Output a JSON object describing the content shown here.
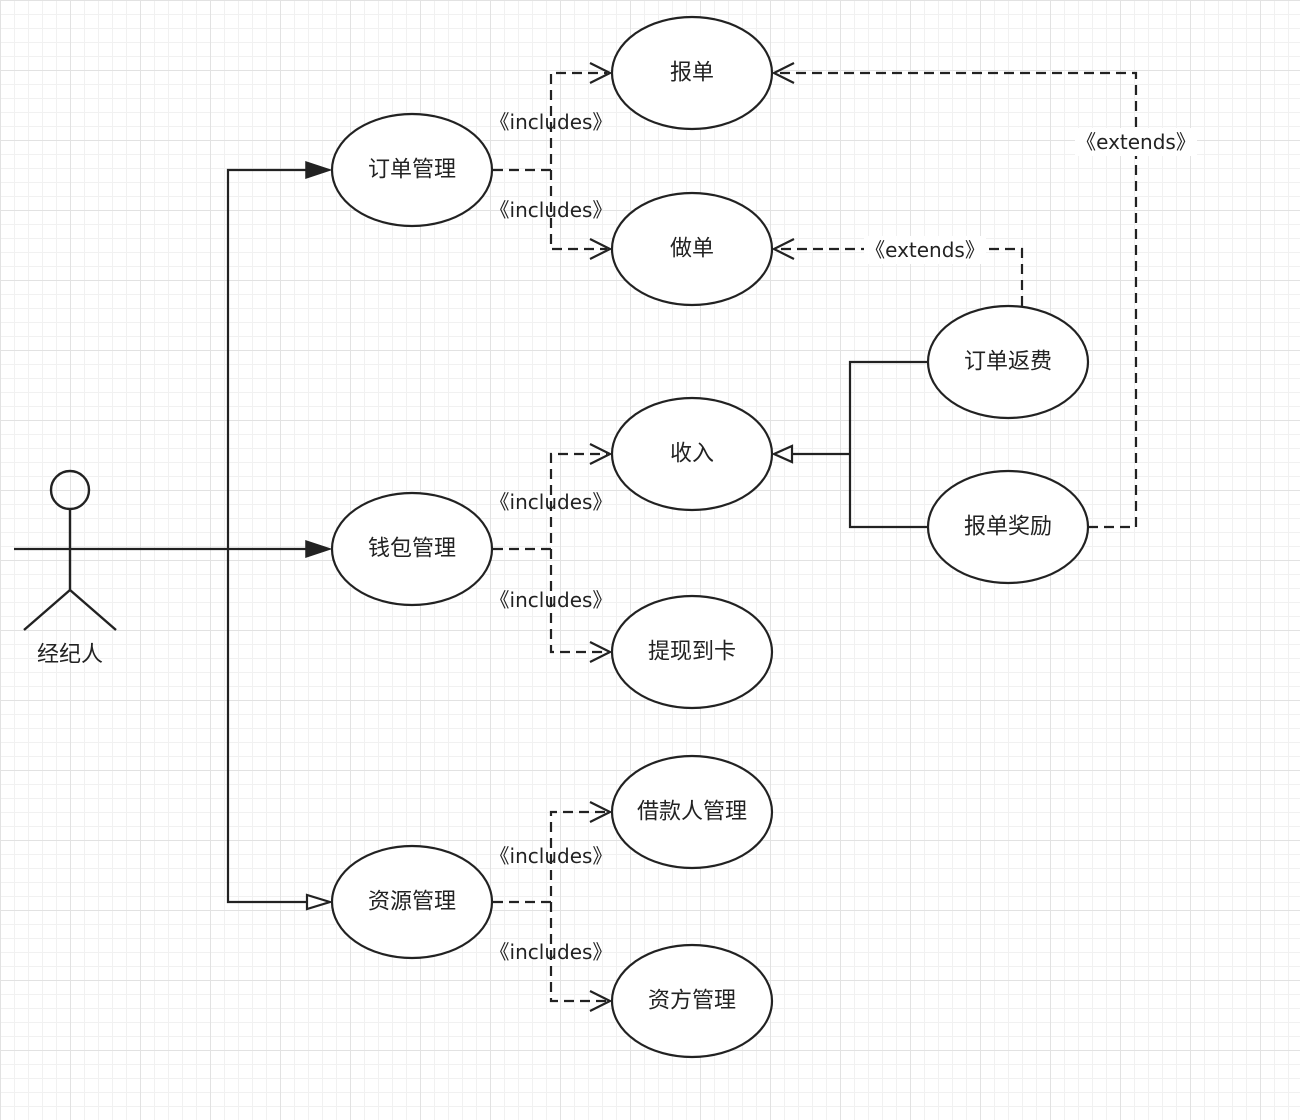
{
  "actor": {
    "label": "经纪人"
  },
  "use_cases": {
    "order_management": "订单管理",
    "report_order": "报单",
    "make_order": "做单",
    "order_rebate": "订单返费",
    "income": "收入",
    "wallet_management": "钱包管理",
    "report_reward": "报单奖励",
    "withdraw_to_card": "提现到卡",
    "borrower_management": "借款人管理",
    "resource_management": "资源管理",
    "funder_management": "资方管理"
  },
  "relations": {
    "includes": "《includes》",
    "extends": "《extends》"
  }
}
